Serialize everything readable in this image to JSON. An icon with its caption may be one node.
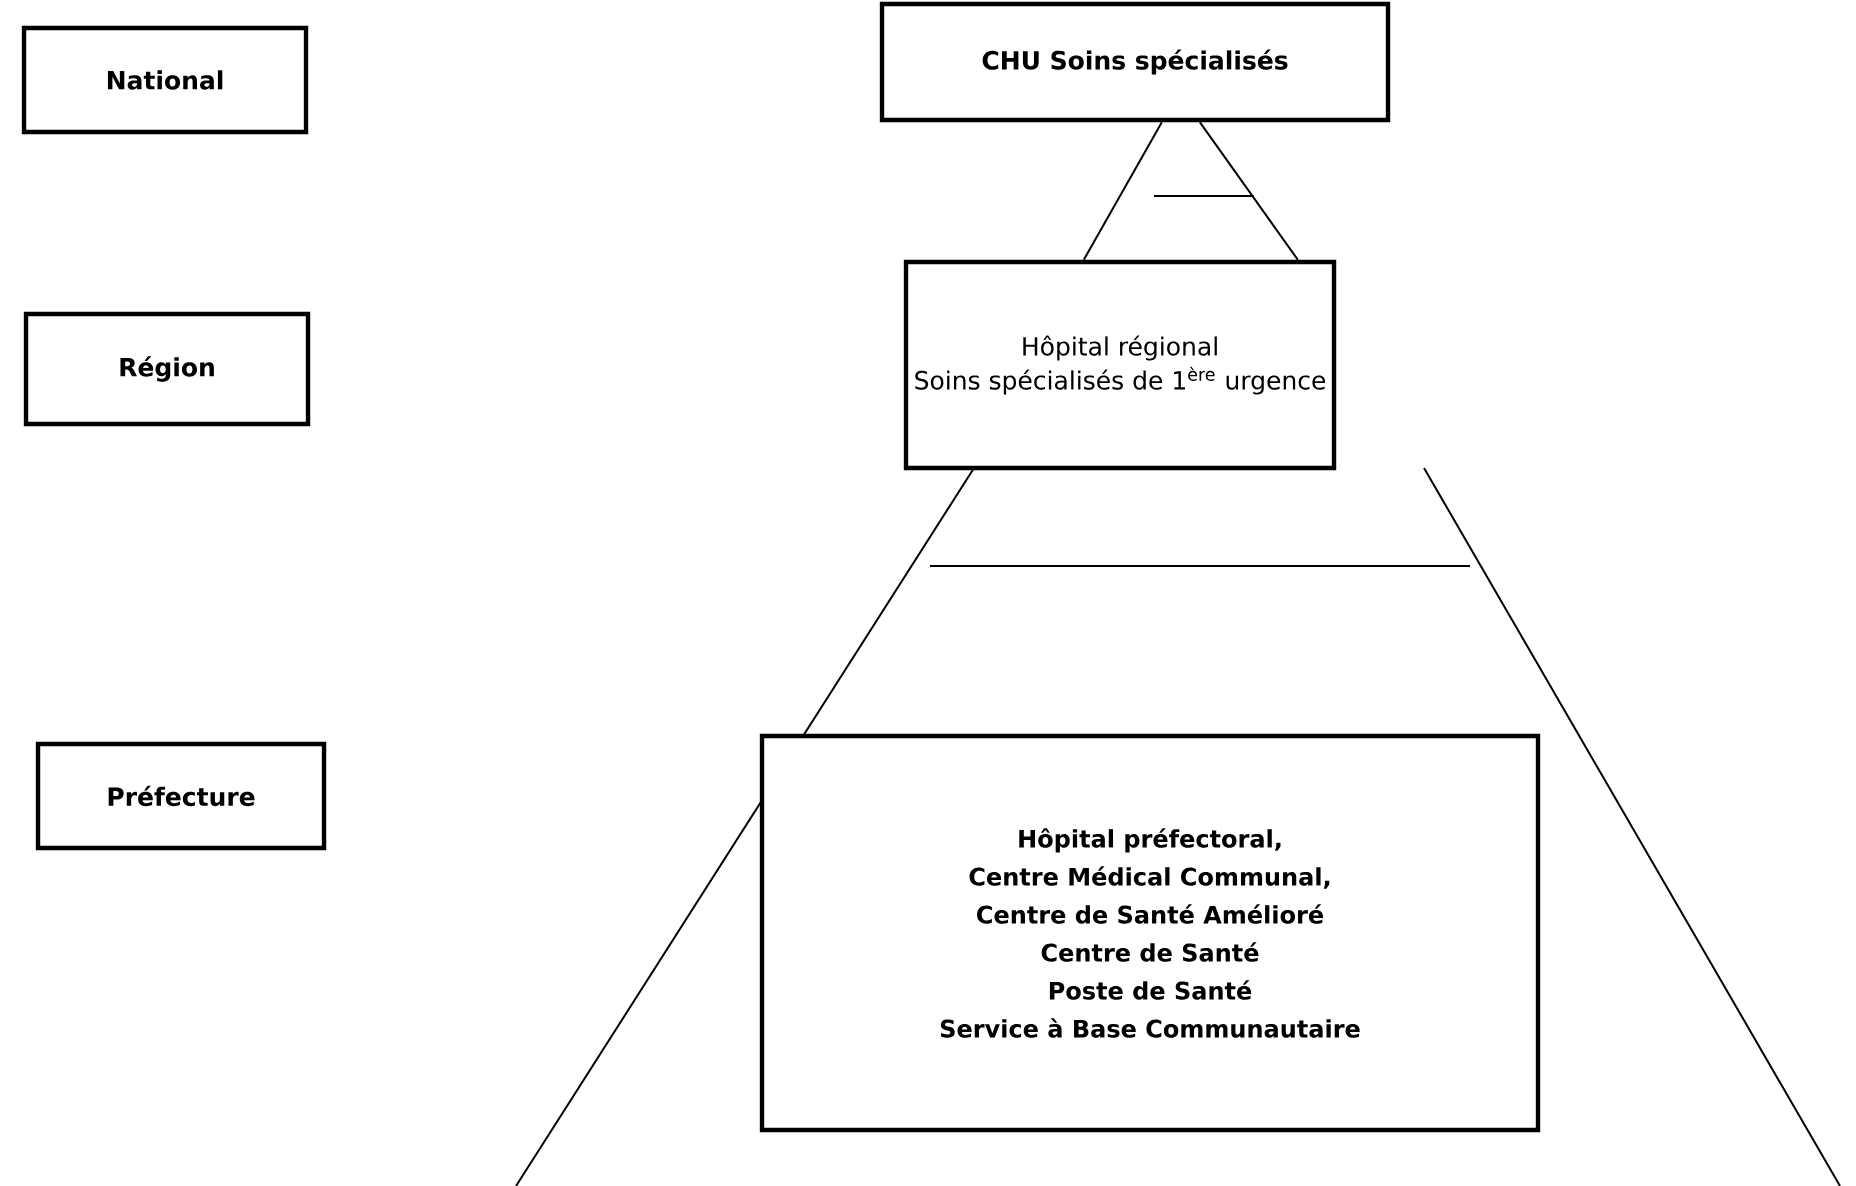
{
  "diagram": {
    "nodes": [
      {
        "text": [
          "National"
        ]
      },
      {
        "text": [
          "CHU Soins spécialisés"
        ]
      },
      {
        "text": [
          "Région"
        ]
      },
      {
        "text": [
          "Hôpital régional",
          "Soins spécialisés de 1$^{ère}$ urgence"
        ]
      },
      {
        "text": [
          "Préfecture"
        ]
      },
      {
        "text": [
          "Hôpital préfectoral,",
          "Centre Médical Communal,",
          "Centre de Santé Amélioré",
          "Centre de Santé",
          "Poste de Santé",
          "Service à Base Communautaire"
        ]
      }
    ],
    "edges": [
      {
        "from": 1,
        "to": 3,
        "arrow": "none"
      },
      {
        "from": 1,
        "to": 3,
        "arrow": "none"
      }
    ]
  }
}
